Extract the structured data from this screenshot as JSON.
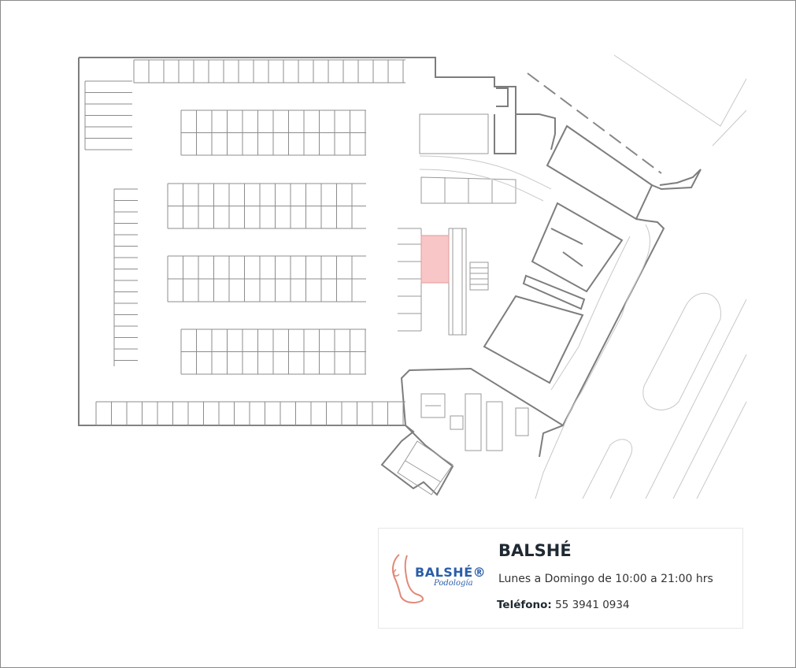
{
  "store": {
    "name": "BALSHÉ",
    "hours": "Lunes a Domingo de 10:00 a 21:00 hrs",
    "phone_label": "Teléfono:",
    "phone": "55 3941 0934",
    "logo_text": "BALSHÉ®",
    "logo_subtext": "Podología"
  },
  "colors": {
    "highlight_fill": "#f8c6c6",
    "highlight_stroke": "#e39a9a",
    "wall": "#7d7d7d",
    "logo_blue": "#2b5ea8",
    "logo_foot": "#e08a78"
  }
}
